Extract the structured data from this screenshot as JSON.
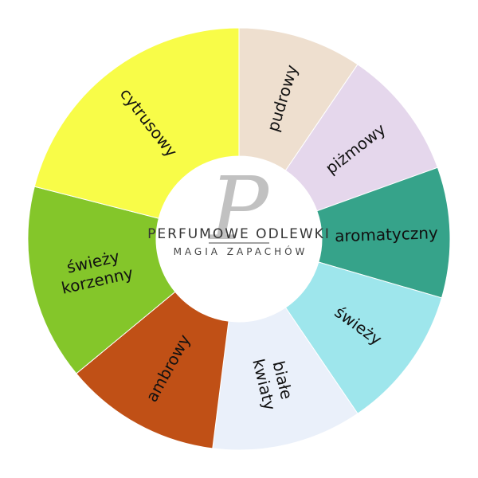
{
  "chart_data": {
    "type": "pie",
    "variant": "donut",
    "title": "",
    "categories": [
      "pudrowy",
      "piżmowy",
      "aromatyczny",
      "świeży",
      "białe kwiaty",
      "ambrowy",
      "świeży korzenny",
      "cytrusowy"
    ],
    "values": [
      9.5,
      10,
      10,
      11,
      11.5,
      12,
      15,
      21
    ],
    "colors": [
      "#EEDFCF",
      "#E5D7EC",
      "#36A38A",
      "#9EE6EC",
      "#EAF0FA",
      "#C05016",
      "#84C62A",
      "#F8FC48"
    ],
    "start": "top",
    "direction": "clockwise"
  },
  "logo": {
    "line1": "PERFUMOWE ODLEWKI",
    "line2": "MAGIA ZAPACHÓW",
    "monogram": "P"
  }
}
